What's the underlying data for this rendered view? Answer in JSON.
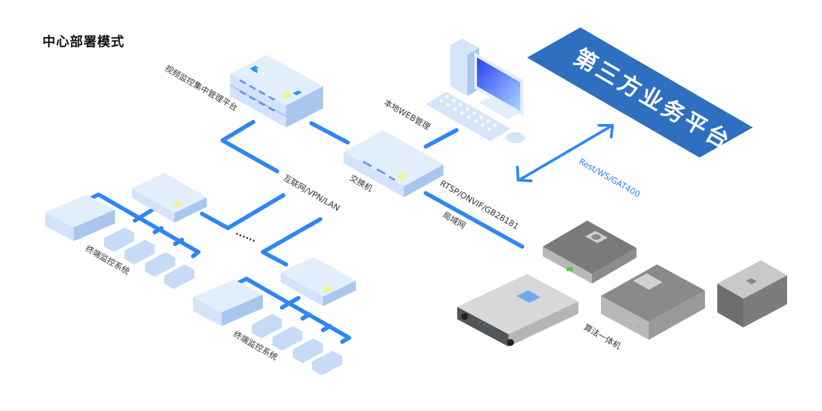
{
  "title": "中心部署模式",
  "banner": {
    "label": "第三方业务平台",
    "color": "#2f6fbf"
  },
  "labels": {
    "central_platform": "视频监控集中管理平台",
    "local_web": "本地WEB管理",
    "switch": "交换机",
    "network": "互联网/VPN/LAN",
    "protocols": "RTSP/ONVIF/GB28181",
    "lan": "局域网",
    "api": "Rest/WS/GAT400",
    "terminal_1": "终端监控系统",
    "terminal_2": "终端监控系统",
    "algo_box": "算法一体机",
    "ellipsis": "······"
  },
  "colors": {
    "link": "#2f86f6",
    "device_light": "#d6e5fa",
    "device_mid": "#b7cff2",
    "device_dark": "#9dbbe6",
    "hardware_gray": "#8c8c8c"
  }
}
